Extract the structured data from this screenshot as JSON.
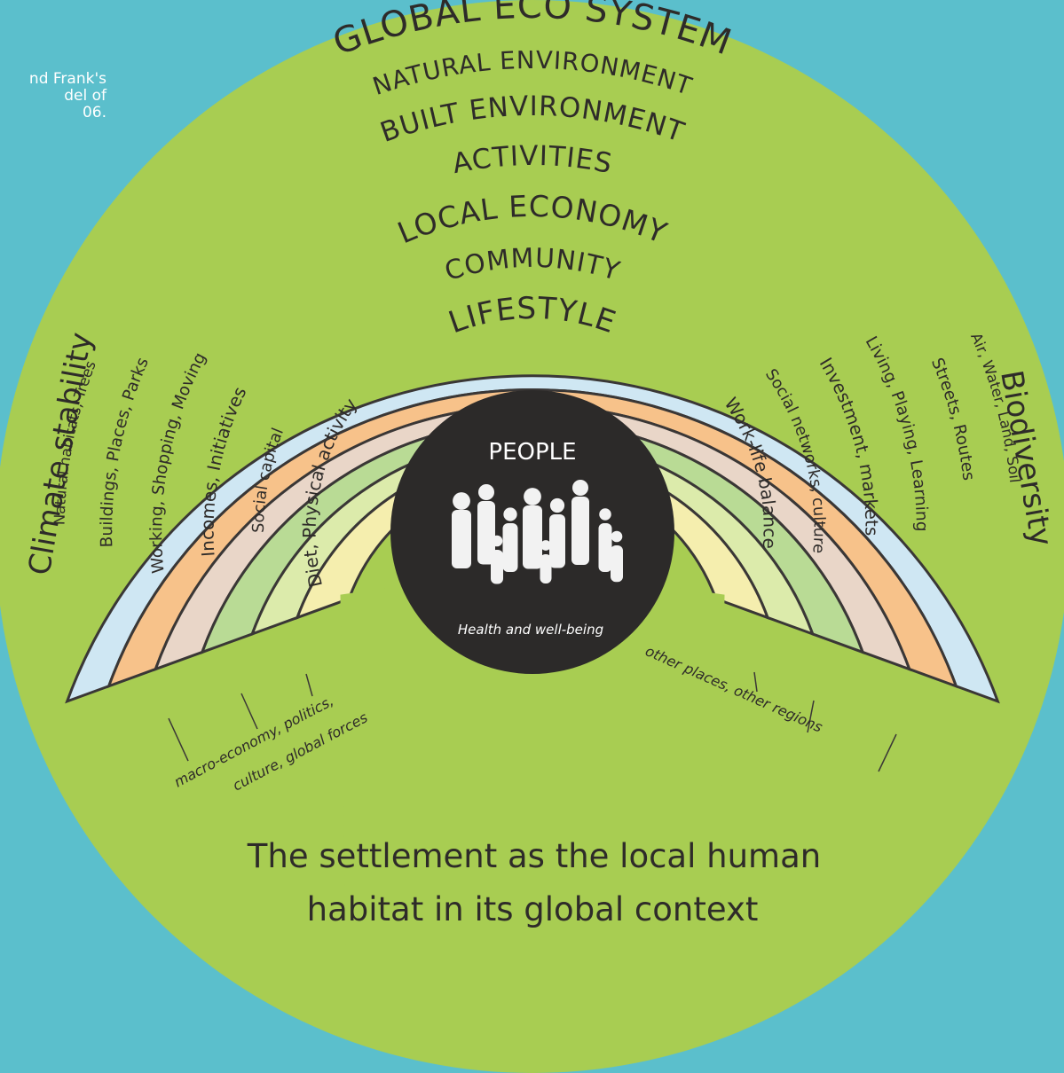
{
  "caption": "nd Frank's\ndel of\n06.",
  "diagram": {
    "outer_title": "GLOBAL ECO SYSTEM",
    "left_side": "Climate stability",
    "right_side": "Biodiversity",
    "center": {
      "title": "PEOPLE",
      "subtitle": "Health and well-being"
    },
    "rings": [
      {
        "name": "NATURAL ENVIRONMENT",
        "left": "Natural habitats, Trees",
        "right": "Air, Water, Land, Soil",
        "color": "#cfe7f3"
      },
      {
        "name": "BUILT ENVIRONMENT",
        "left": "Buildings, Places, Parks",
        "right": "Streets, Routes",
        "color": "#f7c28a"
      },
      {
        "name": "ACTIVITIES",
        "left": "Working, Shopping, Moving",
        "right": "Living, Playing, Learning",
        "color": "#e9d6c8"
      },
      {
        "name": "LOCAL ECONOMY",
        "left": "Incomes, Initiatives",
        "right": "Investment, markets",
        "color": "#b9db95"
      },
      {
        "name": "COMMUNITY",
        "left": "Social capital",
        "right": "Social networks, culture",
        "color": "#dcebab"
      },
      {
        "name": "LIFESTYLE",
        "left": "Diet, Physical activity",
        "right": "Work-life balance",
        "color": "#f5eeae"
      }
    ],
    "bottom_left": "macro-economy, politics,\nculture, global forces",
    "bottom_right": "other places, other regions",
    "main_caption": [
      "The settlement as the local human",
      "habitat in its global context"
    ],
    "colors": {
      "background": "#5bbfcc",
      "outer_circle": "#a8cd52",
      "center_disc": "#2c2a29",
      "stroke": "#3a3736"
    }
  }
}
